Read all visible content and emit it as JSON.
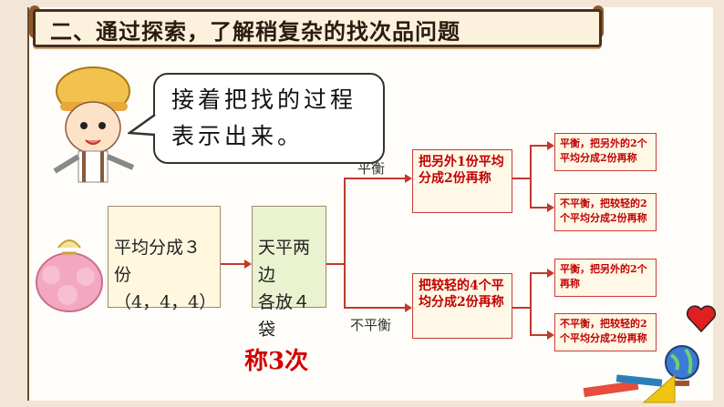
{
  "title": "二、通过探索，了解稍复杂的找次品问题",
  "bubble": {
    "line1": "接着把找的过程",
    "line2": "表示出来。"
  },
  "step1": {
    "line1": "平均分成３份",
    "line2": "（4，4，4）"
  },
  "step2": {
    "line1": "天平两边",
    "line2": "各放４袋"
  },
  "branches": {
    "balanced": "平衡",
    "unbalanced": "不平衡"
  },
  "mid_boxes": [
    {
      "text": "把另外1份平均分成2份再称"
    },
    {
      "text": "把较轻的4个平均分成2份再称"
    }
  ],
  "leaf_boxes": [
    {
      "text": "平衡，把另外的2个平均分成2份再称"
    },
    {
      "text": "不平衡，把较轻的2个平均分成2份再称"
    },
    {
      "text": "平衡，把另外的2个再称"
    },
    {
      "text": "不平衡，把较轻的2个平均分成2份再称"
    }
  ],
  "result": "称3次",
  "colors": {
    "accent_red": "#c00000",
    "box_fill": "#fff8df",
    "line": "#c0392b"
  }
}
